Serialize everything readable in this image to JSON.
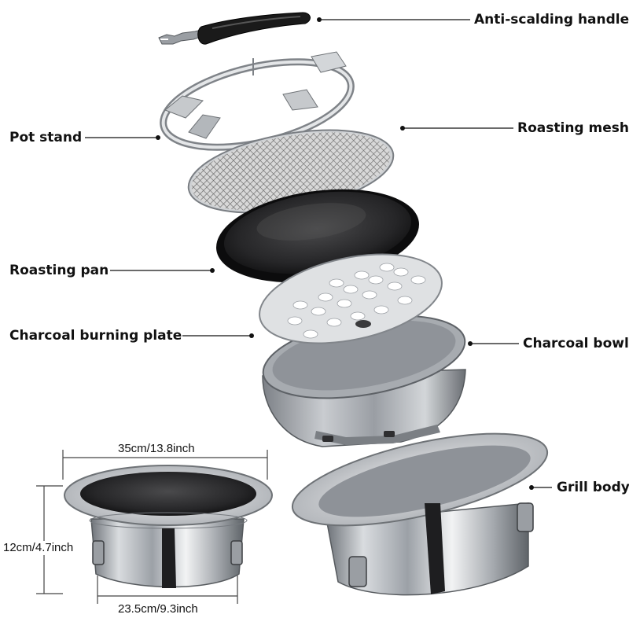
{
  "labels": {
    "handle": "Anti-scalding handle",
    "pot_stand": "Pot stand",
    "roasting_mesh": "Roasting mesh",
    "roasting_pan": "Roasting pan",
    "charcoal_plate": "Charcoal burning plate",
    "charcoal_bowl": "Charcoal bowl",
    "grill_body": "Grill body"
  },
  "dimensions": {
    "diameter": "35cm/13.8inch",
    "height": "12cm/4.7inch",
    "base": "23.5cm/9.3inch"
  },
  "icons": [
    "handle-icon",
    "pot-stand-icon",
    "mesh-icon",
    "pan-icon",
    "plate-icon",
    "bowl-icon",
    "grill-body-icon",
    "assembled-grill-icon"
  ],
  "colors": {
    "text": "#111111",
    "leader": "#111111",
    "steel": "#b8bcc2",
    "dark": "#1c1c1c"
  }
}
